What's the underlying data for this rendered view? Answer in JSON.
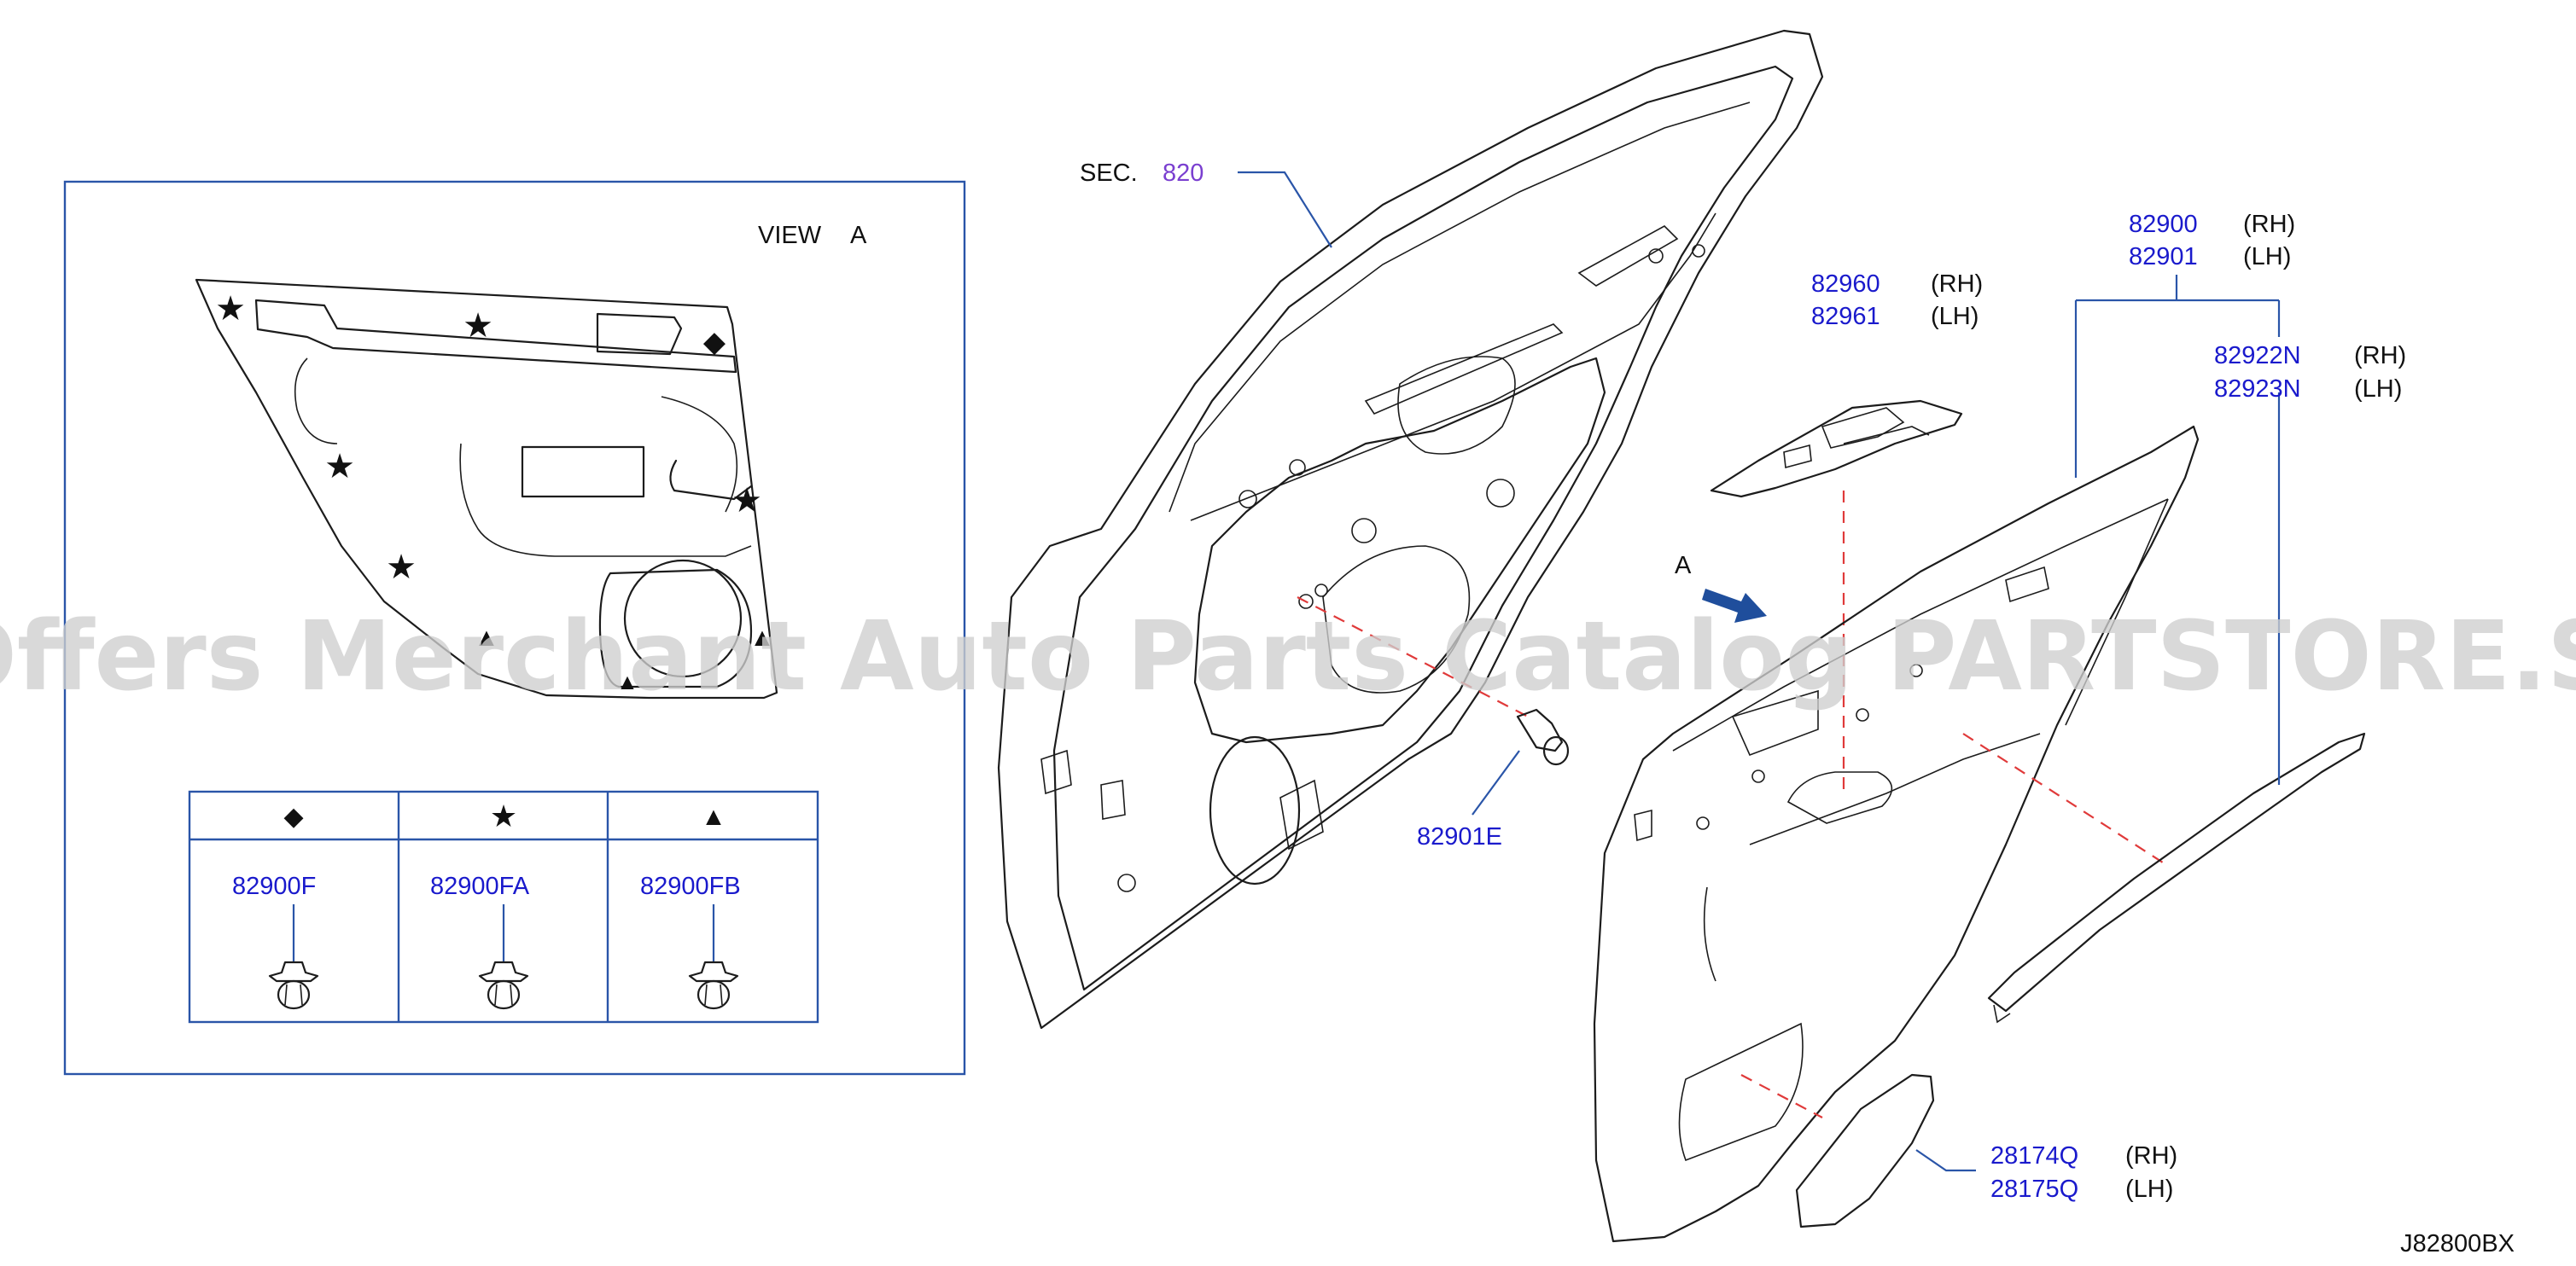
{
  "view_label": {
    "view": "VIEW",
    "letter": "A"
  },
  "section_ref": {
    "prefix": "SEC.",
    "number": "820"
  },
  "arrow_label": "A",
  "legend": [
    {
      "symbol": "◆",
      "symbol_name": "diamond-icon",
      "part": "82900F"
    },
    {
      "symbol": "★",
      "symbol_name": "star-icon",
      "part": "82900FA"
    },
    {
      "symbol": "▲",
      "symbol_name": "triangle-icon",
      "part": "82900FB"
    }
  ],
  "parts": {
    "clip": {
      "number": "82901E"
    },
    "switch_finisher": [
      {
        "number": "82960",
        "side": "(RH)"
      },
      {
        "number": "82961",
        "side": "(LH)"
      }
    ],
    "door_trim": [
      {
        "number": "82900",
        "side": "(RH)"
      },
      {
        "number": "82901",
        "side": "(LH)"
      }
    ],
    "moulding": [
      {
        "number": "82922N",
        "side": "(RH)"
      },
      {
        "number": "82923N",
        "side": "(LH)"
      }
    ],
    "speaker_grille": [
      {
        "number": "28174Q",
        "side": "(RH)"
      },
      {
        "number": "28175Q",
        "side": "(LH)"
      }
    ]
  },
  "diagram_code": "J82800BX",
  "watermark": "Offers Merchant Auto Parts Catalog PARTSTORE.SA",
  "colors": {
    "part_number": "#1a1acc",
    "section_number": "#7a3fd0",
    "leader": "#2a55a8",
    "dash": "#e03a3a",
    "arrow": "#1f4e9c"
  }
}
